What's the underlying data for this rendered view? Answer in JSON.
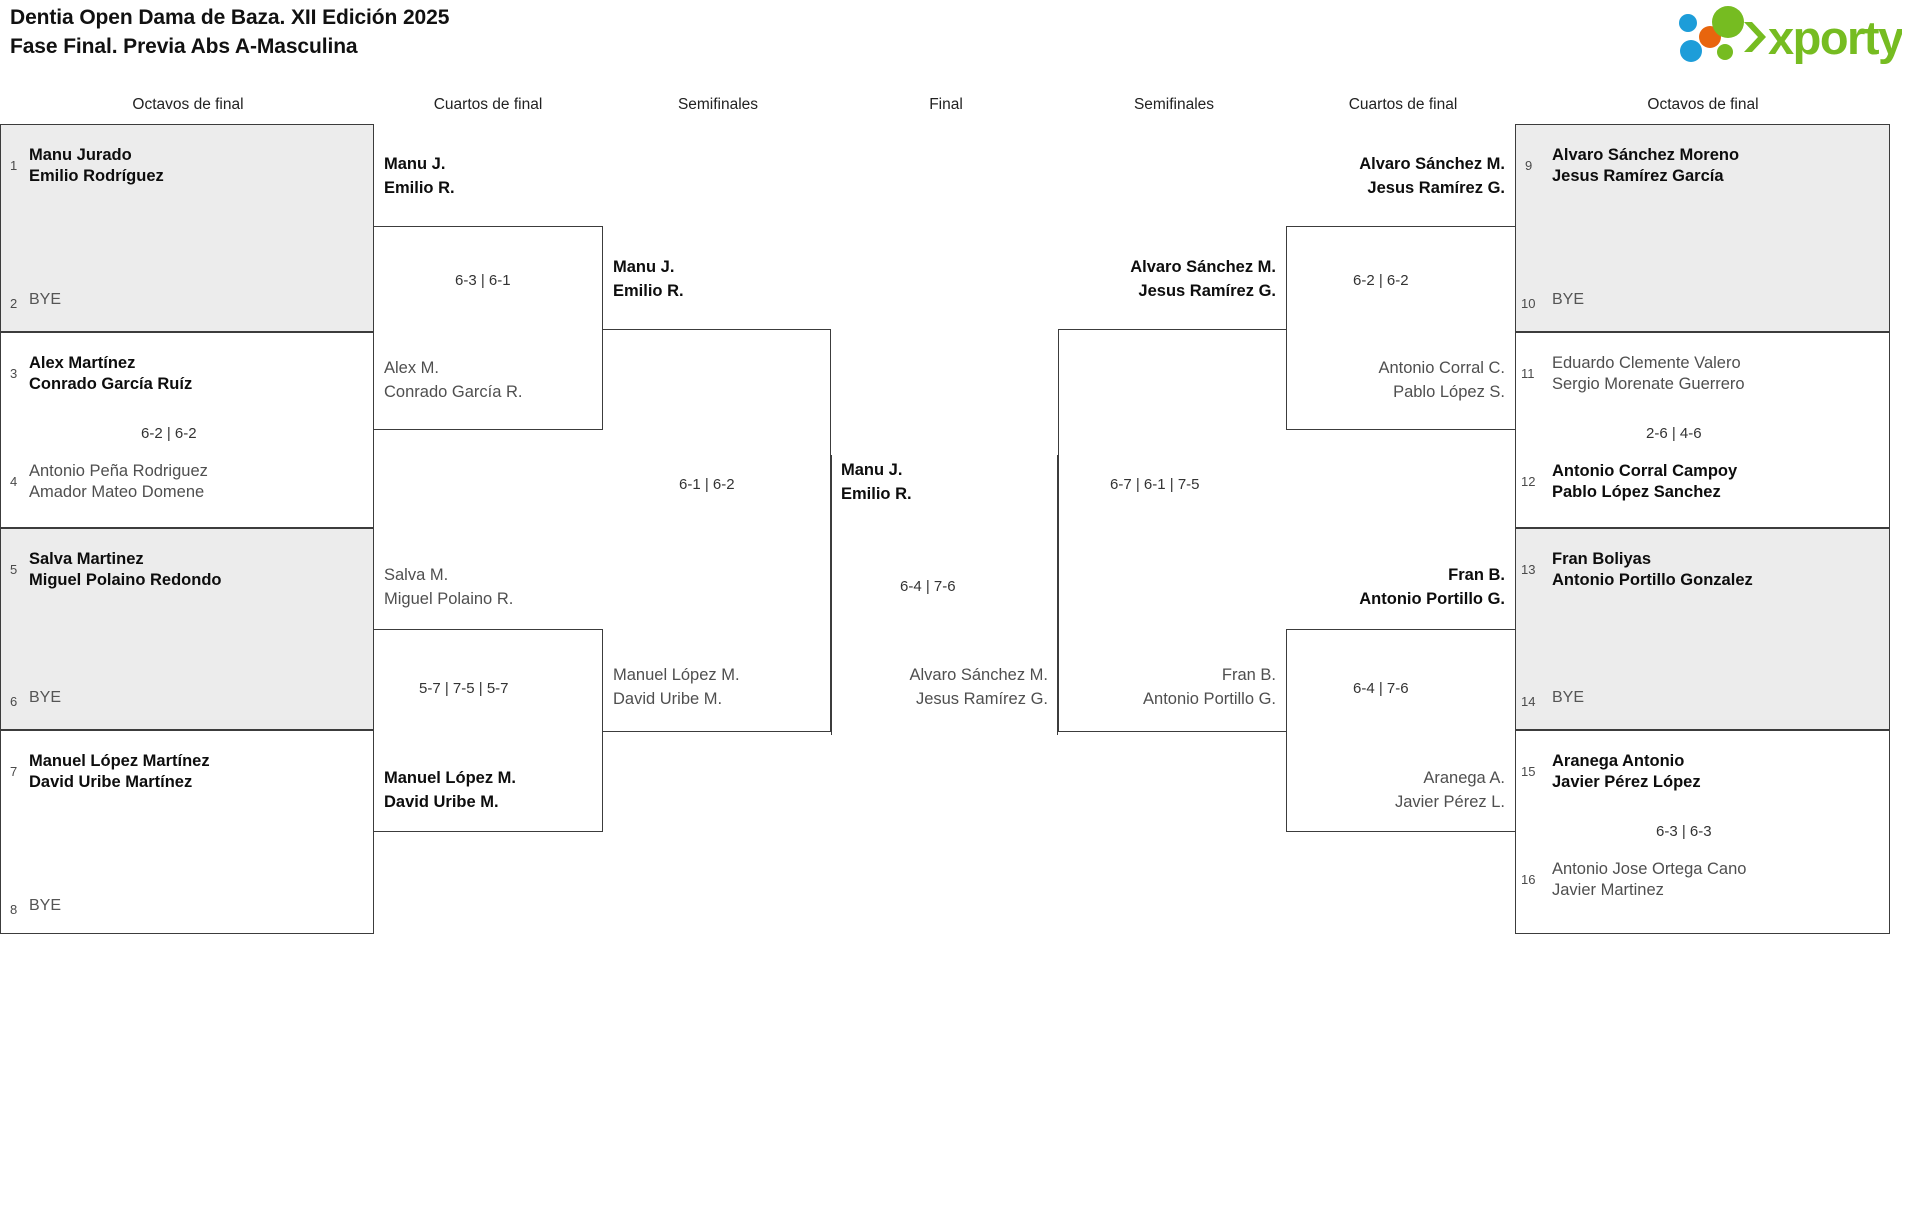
{
  "header": {
    "title_line1": "Dentia Open Dama de Baza. XII Edición 2025",
    "title_line2": "Fase Final. Previa Abs A-Masculina",
    "logo_text": "xporty",
    "logo_colors": {
      "green": "#76bc21",
      "blue": "#1d9dd9",
      "orange": "#e8650d"
    }
  },
  "round_labels": {
    "l_r16": "Octavos de final",
    "l_qf": "Cuartos de final",
    "l_sf": "Semifinales",
    "final": "Final",
    "r_sf": "Semifinales",
    "r_qf": "Cuartos de final",
    "r_r16": "Octavos de final"
  },
  "left": {
    "r16": [
      {
        "seed": "1",
        "line1": "Manu Jurado",
        "line2": "Emilio Rodríguez",
        "state": "win",
        "shaded": true
      },
      {
        "seed": "2",
        "line1": "BYE",
        "line2": "",
        "state": "bye",
        "shaded": true
      },
      {
        "seed": "3",
        "line1": "Alex Martínez",
        "line2": "Conrado García Ruíz",
        "state": "win",
        "shaded": false
      },
      {
        "seed": "4",
        "line1": "Antonio Peña Rodriguez",
        "line2": "Amador Mateo Domene",
        "state": "lose",
        "shaded": false
      },
      {
        "seed": "5",
        "line1": "Salva Martinez",
        "line2": "Miguel Polaino Redondo",
        "state": "win",
        "shaded": true
      },
      {
        "seed": "6",
        "line1": "BYE",
        "line2": "",
        "state": "bye",
        "shaded": true
      },
      {
        "seed": "7",
        "line1": "Manuel López Martínez",
        "line2": "David Uribe Martínez",
        "state": "win",
        "shaded": false
      },
      {
        "seed": "8",
        "line1": "BYE",
        "line2": "",
        "state": "bye",
        "shaded": false
      }
    ],
    "r16_scores": [
      "",
      "6-2 | 6-2",
      "",
      ""
    ],
    "qf": [
      {
        "line1": "Manu J.",
        "line2": "Emilio R.",
        "state": "win"
      },
      {
        "line1": "Alex M.",
        "line2": "Conrado García R.",
        "state": "lose"
      },
      {
        "line1": "Salva M.",
        "line2": "Miguel Polaino R.",
        "state": "lose"
      },
      {
        "line1": "Manuel López M.",
        "line2": "David Uribe M.",
        "state": "win"
      }
    ],
    "qf_scores": [
      "6-3 | 6-1",
      "5-7 | 7-5 | 5-7"
    ],
    "sf": [
      {
        "line1": "Manu J.",
        "line2": "Emilio R.",
        "state": "win"
      },
      {
        "line1": "Manuel López M.",
        "line2": "David Uribe M.",
        "state": "lose"
      }
    ],
    "sf_score": "6-1 | 6-2"
  },
  "final": {
    "winner": {
      "line1": "Manu J.",
      "line2": "Emilio R."
    },
    "runnerup": {
      "line1": "Alvaro Sánchez M.",
      "line2": "Jesus Ramírez G."
    },
    "score": "6-4 | 7-6"
  },
  "right": {
    "sf": [
      {
        "line1": "Alvaro Sánchez M.",
        "line2": "Jesus Ramírez G.",
        "state": "win"
      },
      {
        "line1": "Fran B.",
        "line2": "Antonio Portillo G.",
        "state": "lose"
      }
    ],
    "sf_score": "6-7 | 6-1 | 7-5",
    "qf": [
      {
        "line1": "Alvaro Sánchez M.",
        "line2": "Jesus Ramírez G.",
        "state": "win"
      },
      {
        "line1": "Antonio Corral C.",
        "line2": "Pablo López S.",
        "state": "lose"
      },
      {
        "line1": "Fran B.",
        "line2": "Antonio Portillo G.",
        "state": "win"
      },
      {
        "line1": "Aranega A.",
        "line2": "Javier Pérez L.",
        "state": "lose"
      }
    ],
    "qf_scores": [
      "6-2 | 6-2",
      "6-4 | 7-6"
    ],
    "r16": [
      {
        "seed": "9",
        "line1": "Alvaro Sánchez Moreno",
        "line2": "Jesus Ramírez García",
        "state": "win",
        "shaded": true
      },
      {
        "seed": "10",
        "line1": "BYE",
        "line2": "",
        "state": "bye",
        "shaded": true
      },
      {
        "seed": "11",
        "line1": "Eduardo Clemente Valero",
        "line2": "Sergio Morenate Guerrero",
        "state": "lose",
        "shaded": false
      },
      {
        "seed": "12",
        "line1": "Antonio Corral Campoy",
        "line2": "Pablo López Sanchez",
        "state": "win",
        "shaded": false
      },
      {
        "seed": "13",
        "line1": "Fran Boliyas",
        "line2": "Antonio Portillo Gonzalez",
        "state": "win",
        "shaded": true
      },
      {
        "seed": "14",
        "line1": "BYE",
        "line2": "",
        "state": "bye",
        "shaded": true
      },
      {
        "seed": "15",
        "line1": "Aranega Antonio",
        "line2": "Javier Pérez López",
        "state": "win",
        "shaded": false
      },
      {
        "seed": "16",
        "line1": "Antonio Jose Ortega Cano",
        "line2": "Javier Martinez",
        "state": "lose",
        "shaded": false
      }
    ],
    "r16_scores": [
      "",
      "2-6 | 4-6",
      "",
      "6-3 | 6-3"
    ]
  }
}
